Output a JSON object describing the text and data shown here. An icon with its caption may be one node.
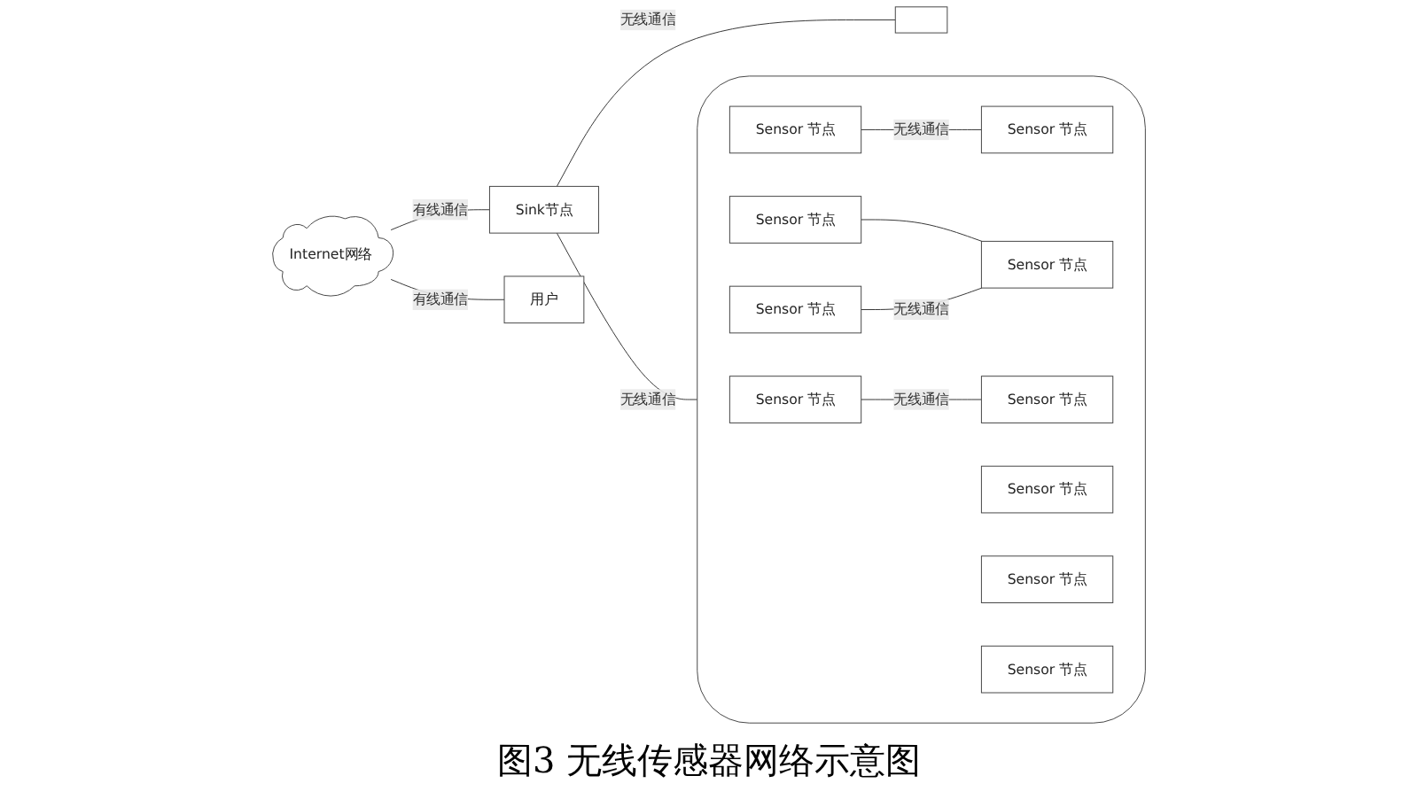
{
  "diagram": {
    "caption": "图3 无线传感器网络示意图",
    "nodes": [
      {
        "text": [
          "Internet网络"
        ]
      },
      {
        "text": [
          "Sink节点"
        ]
      },
      {
        "text": [
          "用户"
        ]
      },
      {
        "text": [],
        "shape": "box"
      },
      {
        "text": [],
        "shape": "cloud"
      },
      {
        "text": [
          "Sensor 节点"
        ],
        "in": 4
      },
      {
        "text": [
          "Sensor 节点"
        ],
        "in": 4
      },
      {
        "text": [
          "Sensor 节点"
        ],
        "in": 4
      },
      {
        "text": [
          "Sensor 节点"
        ],
        "in": 4
      },
      {
        "text": [
          "Sensor 节点"
        ],
        "in": 4
      },
      {
        "text": [
          "Sensor 节点"
        ],
        "in": 4
      },
      {
        "text": [
          "Sensor 节点"
        ],
        "in": 4
      },
      {
        "text": [
          "Sensor 节点"
        ],
        "in": 4
      },
      {
        "text": [
          "Sensor 节点"
        ],
        "in": 4
      },
      {
        "text": [
          "Sensor 节点"
        ],
        "in": 4
      }
    ],
    "edges": [
      {
        "from": 0,
        "to": 2,
        "arrow": "none",
        "label": "有线通信"
      },
      {
        "from": 0,
        "to": 1,
        "arrow": "none",
        "label": "有线通信"
      },
      {
        "from": 1,
        "to": 3,
        "arrow": "none",
        "label": "无线通信"
      },
      {
        "from": 1,
        "to": 4,
        "arrow": "none",
        "label": "无线通信"
      },
      {
        "from": 8,
        "to": 12,
        "arrow": "none",
        "label": "无线通信"
      },
      {
        "from": 9,
        "to": 13,
        "arrow": "none"
      },
      {
        "from": 14,
        "to": 13,
        "arrow": "none",
        "label": "无线通信"
      },
      {
        "from": 5,
        "to": 10,
        "arrow": "none",
        "label": "无线通信"
      }
    ]
  }
}
